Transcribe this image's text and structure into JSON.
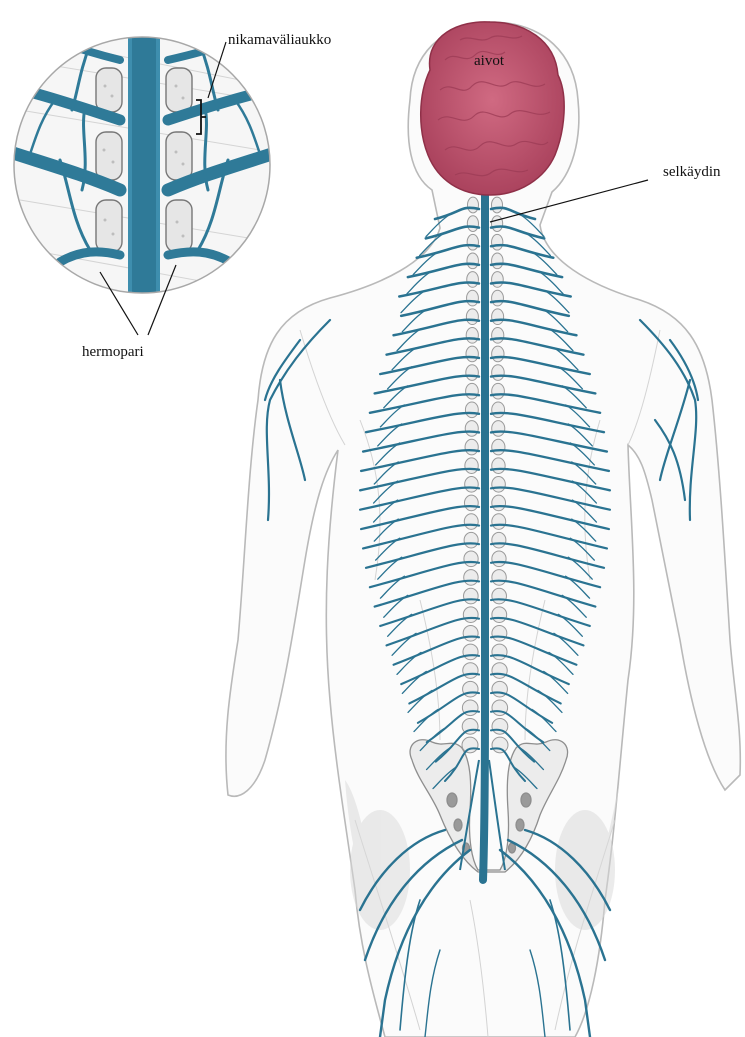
{
  "labels": {
    "brain": "aivot",
    "spinal_cord": "selkäydin",
    "intervertebral_foramen": "nikamaväliaukko",
    "nerve_pair": "hermopari"
  },
  "colors": {
    "background": "#ffffff",
    "nerve": "#2a7391",
    "nerve_light": "#3c8aa8",
    "brain": "#c25670",
    "brain_dark": "#9f3a55",
    "skin_outline": "#b9b9b9",
    "shading": "#d6d6d6",
    "bone": "#e9e9e9",
    "bone_outline": "#8e8e8e",
    "leader_line": "#111111"
  }
}
